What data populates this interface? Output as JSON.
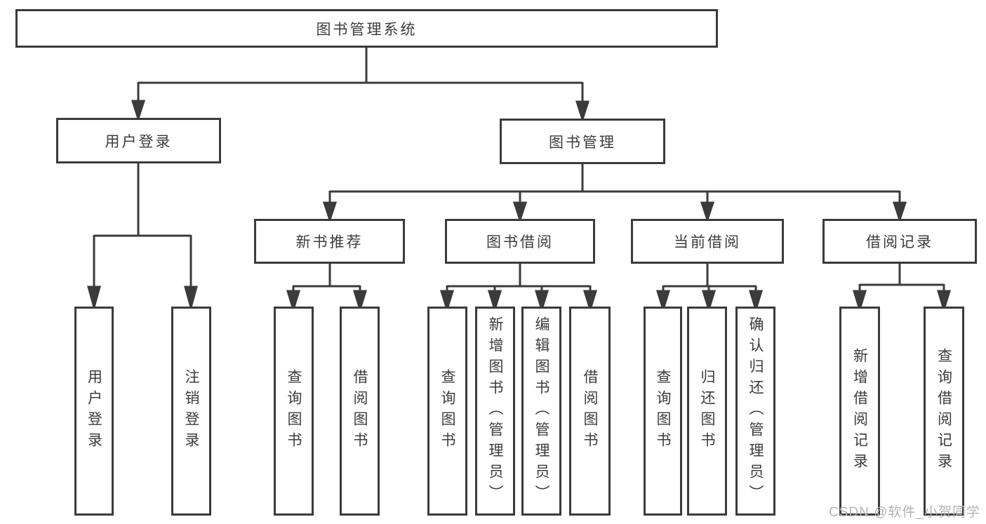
{
  "diagram_title": "图书管理系统",
  "tree": {
    "label": "图书管理系统",
    "children": [
      {
        "label": "用户登录",
        "children": [
          {
            "label": "用户登录"
          },
          {
            "label": "注销登录"
          }
        ]
      },
      {
        "label": "图书管理",
        "children": [
          {
            "label": "新书推荐",
            "children": [
              {
                "label": "查询图书"
              },
              {
                "label": "借阅图书"
              }
            ]
          },
          {
            "label": "图书借阅",
            "children": [
              {
                "label": "查询图书"
              },
              {
                "label": "新增图书（管理员）"
              },
              {
                "label": "编辑图书（管理员）"
              },
              {
                "label": "借阅图书"
              }
            ]
          },
          {
            "label": "当前借阅",
            "children": [
              {
                "label": "查询图书"
              },
              {
                "label": "归还图书"
              },
              {
                "label": "确认归还（管理员）"
              }
            ]
          },
          {
            "label": "借阅记录",
            "children": [
              {
                "label": "新增借阅记录"
              },
              {
                "label": "查询借阅记录"
              }
            ]
          }
        ]
      }
    ]
  },
  "watermark": {
    "text": "CSDN @软件_小贺同学"
  },
  "style": {
    "line_color": "#3b3b3b",
    "text_color": "#3c3c3c",
    "watermark_color": "#b3b3b3",
    "background": "#ffffff"
  }
}
